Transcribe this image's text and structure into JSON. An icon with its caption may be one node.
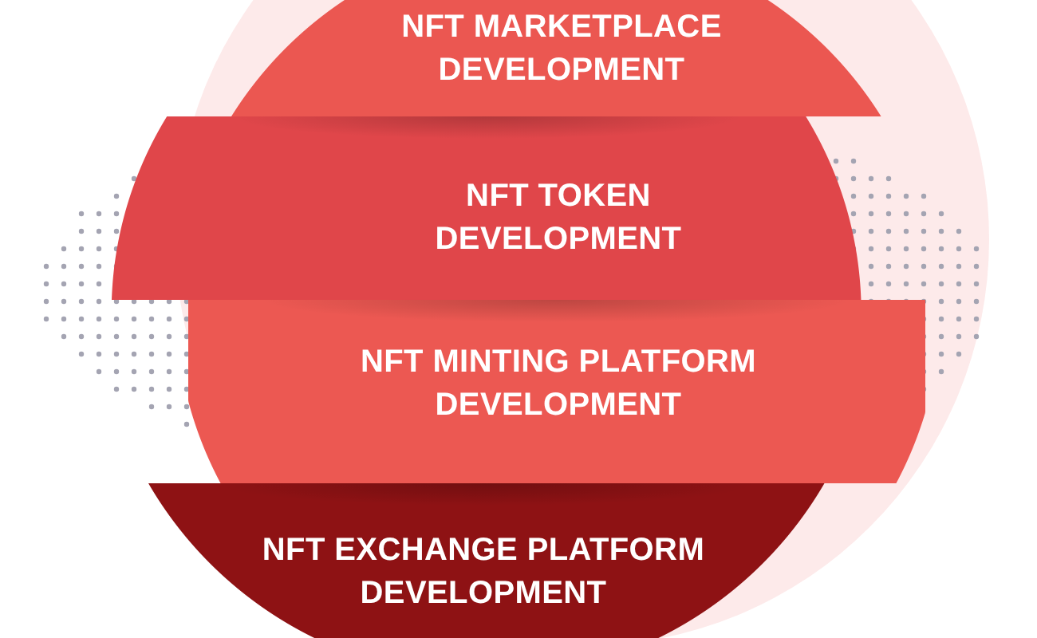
{
  "diagram": {
    "nodes": [
      {
        "text": [
          "NFT MARKETPLACE DEVELOPMENT"
        ]
      },
      {
        "text": [
          "NFT TOKEN DEVELOPMENT"
        ]
      },
      {
        "text": [
          "NFT MINTING PLATFORM DEVELOPMENT"
        ]
      },
      {
        "text": [
          "NFT EXCHANGE PLATFORM DEVELOPMENT"
        ]
      }
    ]
  }
}
